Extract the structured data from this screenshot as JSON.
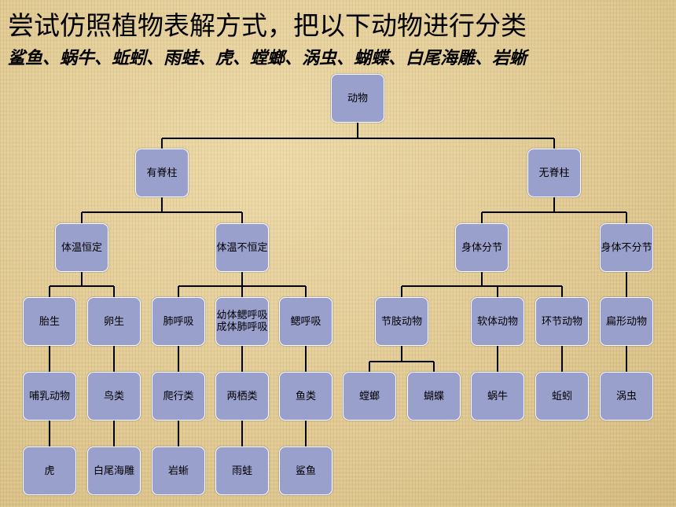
{
  "title": "尝试仿照植物表解方式，把以下动物进行分类",
  "subtitle": "鲨鱼、蜗牛、蚯蚓、雨蛙、虎、螳螂、涡虫、蝴蝶、白尾海雕、岩蜥",
  "colors": {
    "node_fill": "#9aa0cc",
    "node_border": "#ffffff",
    "connector": "#000000"
  },
  "tree": {
    "root": "动物",
    "level1": [
      "有脊柱",
      "无脊柱"
    ],
    "level2": [
      "体温恒定",
      "体温不恒定",
      "身体分节",
      "身体不分节"
    ],
    "level3": [
      "胎生",
      "卵生",
      "肺呼吸",
      "幼体鳃呼吸\n成体肺呼吸",
      "鳃呼吸",
      "节肢动物",
      "软体动物",
      "环节动物",
      "扁形动物"
    ],
    "level4": [
      "哺乳动物",
      "鸟类",
      "爬行类",
      "两栖类",
      "鱼类",
      "螳螂",
      "蝴蝶",
      "蜗牛",
      "蚯蚓",
      "涡虫"
    ],
    "level5": [
      "虎",
      "白尾海雕",
      "岩蜥",
      "雨蛙",
      "鲨鱼"
    ]
  }
}
